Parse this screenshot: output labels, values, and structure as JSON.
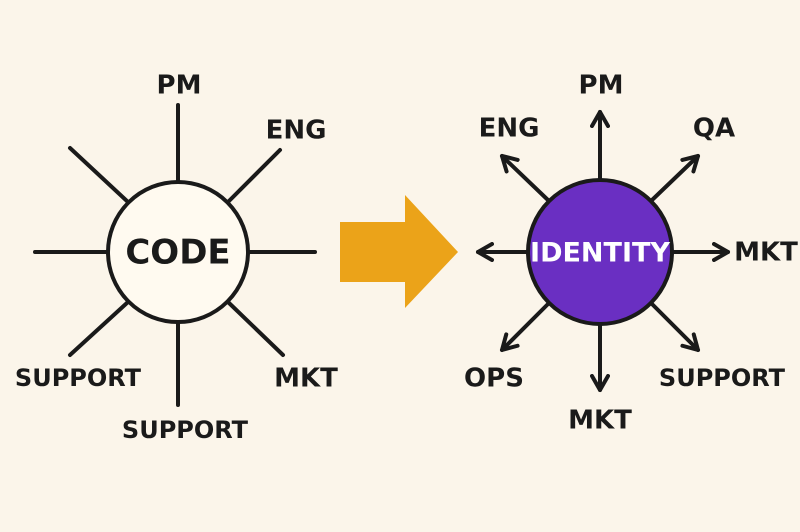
{
  "left": {
    "center": "CODE",
    "labels": {
      "top": "PM",
      "top_right": "ENG",
      "bottom_left": "SUPPORT",
      "bottom": "SUPPORT",
      "bottom_right": "MKT"
    }
  },
  "right": {
    "center": "IDENTITY",
    "labels": {
      "top": "PM",
      "top_left": "ENG",
      "top_right": "QA",
      "right": "MKT",
      "bottom_left": "OPS",
      "bottom": "MKT",
      "bottom_right": "SUPPORT"
    }
  },
  "colors": {
    "background": "#fbf5ea",
    "arrow": "#eba319",
    "identity_fill": "#6a2fc2",
    "ink": "#1a1a1a"
  }
}
